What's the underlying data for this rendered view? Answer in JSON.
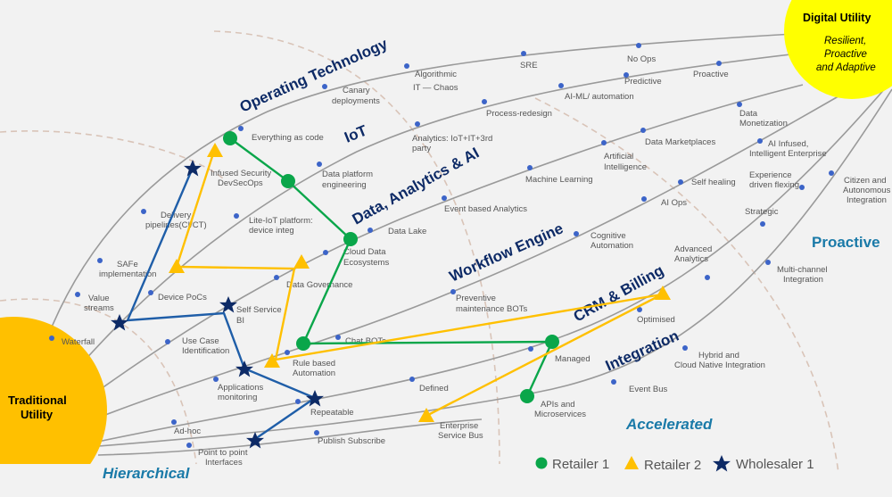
{
  "hubs": {
    "traditional": [
      "Traditional",
      "Utility"
    ],
    "digital": {
      "title": "Digital Utility",
      "subtitle": [
        "Resilient,",
        "Proactive",
        "and Adaptive"
      ]
    }
  },
  "stages": {
    "hierarchical": "Hierarchical",
    "accelerated": "Accelerated",
    "proactive": "Proactive"
  },
  "categories": {
    "ot": "Operating Technology",
    "iot": "IoT",
    "data": "Data, Analytics & AI",
    "workflow": "Workflow Engine",
    "crm": "CRM & Billing",
    "integration": "Integration"
  },
  "labels": {
    "waterfall": [
      "Waterfall"
    ],
    "value_streams": [
      "Value",
      "streams"
    ],
    "safe": [
      "SAFe",
      "implementation"
    ],
    "delivery": [
      "Delivery",
      "pipelines(CI/CT)"
    ],
    "everything_code": [
      "Everything as code"
    ],
    "devsecops": [
      "Infused Security",
      "DevSecOps"
    ],
    "canary": [
      "Canary",
      "deployments"
    ],
    "algorithmic": [
      "Algorithmic",
      "IT — Chaos"
    ],
    "sre": [
      "SRE"
    ],
    "noops": [
      "No Ops"
    ],
    "device_pocs": [
      "Device PoCs"
    ],
    "lite_iot": [
      "Lite-IoT platform:",
      "device integ"
    ],
    "data_platform": [
      "Data platform",
      "engineering"
    ],
    "analytics_iot": [
      "Analytics: IoT+IT+3rd",
      "party"
    ],
    "process_redesign": [
      "Process-redesign"
    ],
    "aiml": [
      "AI-ML/ automation"
    ],
    "predictive": [
      "Predictive"
    ],
    "proactive_pt": [
      "Proactive"
    ],
    "use_case": [
      "Use Case",
      "Identification"
    ],
    "data_governance": [
      "Data Governance"
    ],
    "cloud_data": [
      "Cloud Data",
      "Ecosystems"
    ],
    "data_lake": [
      "Data Lake"
    ],
    "event_analytics": [
      "Event based Analytics"
    ],
    "ml": [
      "Machine Learning"
    ],
    "ai": [
      "Artificial",
      "Intelligence"
    ],
    "marketplaces": [
      "Data Marketplaces"
    ],
    "monetization": [
      "Data",
      "Monetization"
    ],
    "self_service": [
      "Self Service",
      "BI"
    ],
    "app_monitoring": [
      "Applications",
      "monitoring"
    ],
    "chat_bots": [
      "Chat BOTs"
    ],
    "rule_based": [
      "Rule based",
      "Automation"
    ],
    "preventive": [
      "Preventive",
      "maintenance BOTs"
    ],
    "cognitive": [
      "Cognitive",
      "Automation"
    ],
    "aiops": [
      "AI Ops"
    ],
    "self_healing": [
      "Self healing"
    ],
    "ai_infused": [
      "AI Infused,",
      "Intelligent Enterprise"
    ],
    "repeatable": [
      "Repeatable"
    ],
    "defined": [
      "Defined"
    ],
    "managed": [
      "Managed"
    ],
    "optimised": [
      "Optimised"
    ],
    "advanced_analytics": [
      "Advanced",
      "Analytics"
    ],
    "strategic": [
      "Strategic"
    ],
    "experience": [
      "Experience",
      "driven flexing"
    ],
    "adhoc": [
      "Ad-hoc"
    ],
    "esb": [
      "Enterprise",
      "Service Bus"
    ],
    "apis": [
      "APIs  and",
      "Microservices"
    ],
    "event_bus": [
      "Event Bus"
    ],
    "hybrid": [
      "Hybrid and",
      "Cloud Native Integration"
    ],
    "multichannel": [
      "Multi-channel",
      "Integration"
    ],
    "citizen": [
      "Citizen and",
      "Autonomous",
      "Integration"
    ],
    "p2p": [
      "Point to point",
      "Interfaces"
    ],
    "pubsub": [
      "Publish Subscribe"
    ]
  },
  "legend": [
    {
      "label": "Retailer 1",
      "marker": "circle",
      "color": "#0aa64a"
    },
    {
      "label": "Retailer 2",
      "marker": "triangle",
      "color": "#ffc000"
    },
    {
      "label": "Wholesaler 1",
      "marker": "star",
      "color": "#0d2a66"
    }
  ]
}
